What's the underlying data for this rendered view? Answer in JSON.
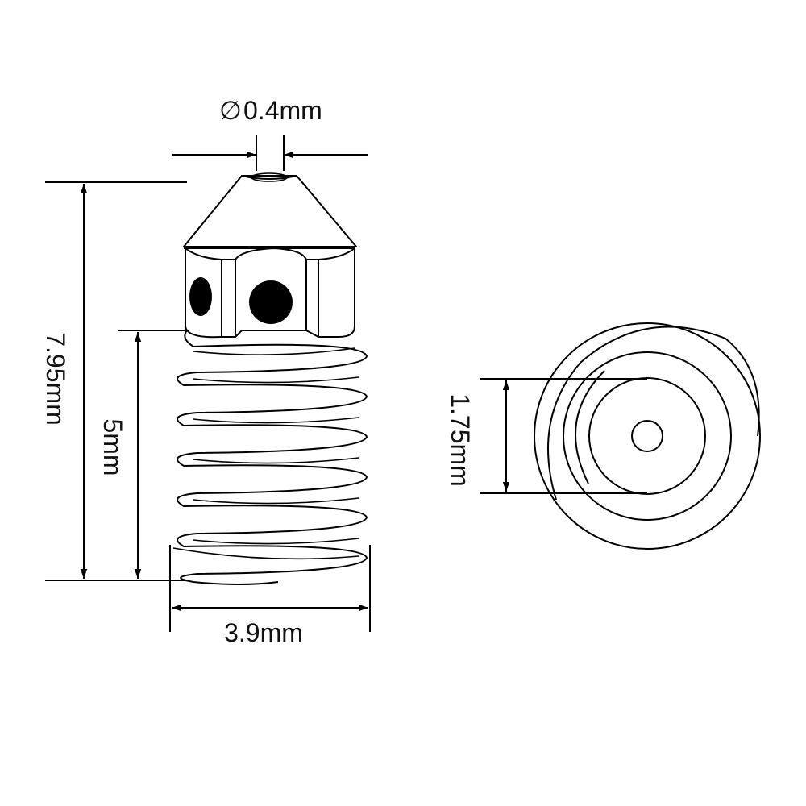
{
  "dimensions": {
    "orifice_diameter": "0.4mm",
    "total_length": "7.95mm",
    "thread_length": "5mm",
    "thread_diameter": "3.9mm",
    "filament_diameter": "1.75mm"
  },
  "diameter_symbol": "∅"
}
